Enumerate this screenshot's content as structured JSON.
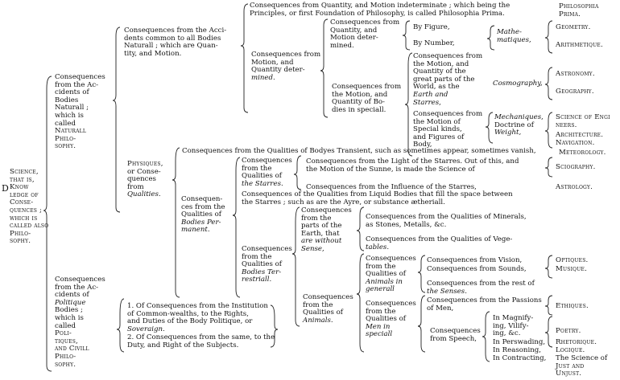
{
  "root": {
    "mark": "D",
    "lines": [
      "Science,",
      "that is,",
      "Know",
      "ledge of",
      "Conse-",
      "quences ;",
      "which is",
      "called also",
      "Philo-",
      "sophy."
    ]
  },
  "natural": {
    "lines": [
      "Consequences",
      "from the Ac-",
      "cidents of",
      "Bodies",
      "Naturall ;",
      "which is",
      "called",
      "Naturall",
      "Philo-",
      "sophy."
    ],
    "accidents_common": [
      "Consequences from the Acci-",
      "dents common to all Bodies",
      "Naturall ; which are Quan-",
      "tity, and Motion."
    ],
    "indeterminate": [
      "Consequences from Quantity, and Motion indeterminate ; which being the",
      "Principles, or first Foundation of Philosophy, is called Philosophia Prima."
    ],
    "philosophia_prima": [
      "Philosophia",
      "Prima."
    ],
    "motion_quantity_determined": [
      "Consequences from",
      "Motion, and",
      "Quantity deter-",
      "mined."
    ],
    "quantity_motion_determined": [
      "Consequences from",
      "Quantity, and",
      "Motion deter-",
      "mined."
    ],
    "by_figure": "By Figure,",
    "by_number": "By Number,",
    "mathematiques": [
      "Mathe-",
      "matiques,"
    ],
    "geometry": "Geometry.",
    "arithmetique": "Arithmetique.",
    "motion_quantity_bodies": [
      "Consequences from",
      "the Motion, and",
      "Quantity of Bo-",
      "dies in speciall."
    ],
    "great_parts": [
      "Consequences from",
      "the Motion, and",
      "Quantity of the",
      "great parts of the",
      "World, as the",
      "Earth and",
      "Starres,"
    ],
    "cosmography": "Cosmography,",
    "astronomy": "Astronomy.",
    "geography": "Geography.",
    "special_kinds": [
      "Consequences from",
      "the Motion of",
      "Special kinds,",
      "and Figures of",
      "Body,"
    ],
    "mechaniques": [
      "Mechaniques,",
      "Doctrine of",
      "Weight,"
    ],
    "science_of": [
      "Science of Engi",
      "neers."
    ],
    "architecture": "Architecture.",
    "navigation": "Navigation.",
    "physiques": [
      "Physiques,",
      "or Conse-",
      "quences",
      "from",
      "Qualities."
    ],
    "transient": "Consequences from the Qualities of Bodyes Transient, such as sometimes appear, sometimes vanish,",
    "meteorology": "Meteorology.",
    "permanent": [
      "Consequen-",
      "ces from the",
      "Qualities of",
      "Bodies Per-",
      "manent."
    ],
    "starres": [
      "Consequences",
      "from the",
      "Qualities of",
      "the Starres."
    ],
    "light_starres": [
      "Consequences from the Light of the Starres.  Out of this, and",
      "the Motion of the Sunne, is made the Science of"
    ],
    "sciography": "Sciography.",
    "influence": "Consequences from the Influence of the Starres,",
    "astrology": "Astrology.",
    "liquid": [
      "Consequences of the Qualities from Liquid Bodies that fill the space between",
      "the Starres ; such as are the Ayre, or substance ætheriall."
    ],
    "terrestriall": [
      "Consequences",
      "from the",
      "Qualities of",
      "Bodies Ter-",
      "restriall."
    ],
    "without_sense": [
      "Consequences",
      "from the",
      "parts of the",
      "Earth, that",
      "are without",
      "Sense,"
    ],
    "minerals": [
      "Consequences from the Qualities of Minerals,",
      "as Stones, Metalls, &c."
    ],
    "vegetables": [
      "Consequences from the Qualities of Vege-",
      "tables."
    ],
    "animals": [
      "Consequences",
      "from the",
      "Qualities of",
      "Animals."
    ],
    "animals_generall": [
      "Consequences",
      "from the",
      "Qualities of",
      "Animals in",
      "generall"
    ],
    "vision": "Consequences from Vision,",
    "sounds": "Consequences from Sounds,",
    "optiques": "Optiques.",
    "musique": "Musique.",
    "rest_senses": [
      "Consequences from the rest of",
      "the Senses."
    ],
    "men_speciall": [
      "Consequences",
      "from the",
      "Qualities of",
      "Men in",
      "speciall"
    ],
    "passions": [
      "Consequences from the Passions",
      "of Men,"
    ],
    "ethiques": "Ethiques.",
    "speech": [
      "Consequences",
      "from Speech,"
    ],
    "magnifying": [
      "In Magnify-",
      "ing, Vilify-",
      "ing, &c."
    ],
    "poetry": "Poetry.",
    "perswading": "In Perswading,",
    "reasoning": "In Reasoning,",
    "contracting": "In Contracting,",
    "rhetorique": "Rhetorique.",
    "logique": "Logique.",
    "science_just": [
      "The Science of",
      "Just and",
      "Unjust."
    ]
  },
  "civil": {
    "lines": [
      "Consequences",
      "from the Ac-",
      "cidents of",
      "Politique",
      "Bodies ;",
      "which is",
      "called",
      "Poli-",
      "tiques,",
      "and Civill",
      "Philo-",
      "sophy."
    ],
    "first": [
      "1.  Of Consequences from the Institution",
      "of Common-wealths, to the Rights,",
      "and Duties of the Body Politique, or",
      "Soveraign."
    ],
    "second": [
      "2.  Of Consequences from the same, to the",
      "Duty, and Right of the Subjects."
    ]
  }
}
